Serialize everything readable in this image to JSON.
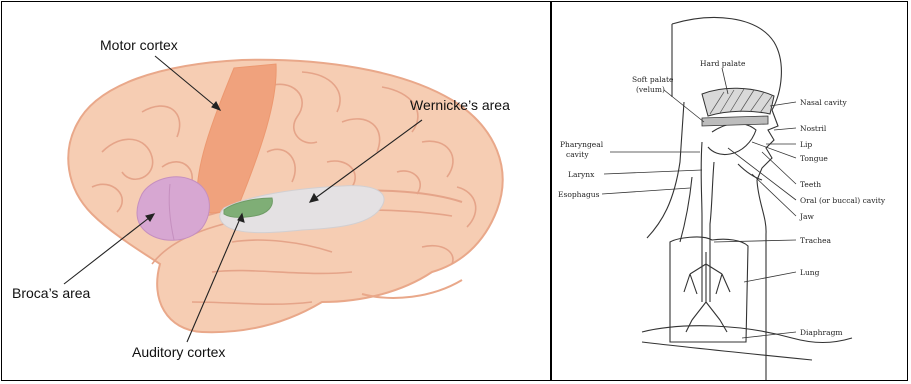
{
  "brain_diagram": {
    "labels": {
      "motor_cortex": "Motor cortex",
      "wernicke": "Wernicke’s area",
      "broca": "Broca’s area",
      "auditory": "Auditory cortex"
    },
    "colors": {
      "brain": "#f6cdb3",
      "motor_cortex": "#f0a27d",
      "broca": "#d7a7d2",
      "wernicke": "#e4e1e3",
      "auditory": "#7fae76"
    }
  },
  "vocal_tract_diagram": {
    "labels": {
      "hard_palate": "Hard palate",
      "soft_palate": "Soft palate",
      "velum": "(velum)",
      "nasal_cavity": "Nasal cavity",
      "nostril": "Nostril",
      "pharyngeal": "Pharyngeal",
      "cavity": "cavity",
      "lip": "Lip",
      "tongue": "Tongue",
      "larynx": "Larynx",
      "teeth": "Teeth",
      "esophagus": "Esophagus",
      "oral_cavity": "Oral (or buccal) cavity",
      "jaw": "Jaw",
      "trachea": "Trachea",
      "lung": "Lung",
      "diaphragm": "Diaphragm"
    }
  }
}
